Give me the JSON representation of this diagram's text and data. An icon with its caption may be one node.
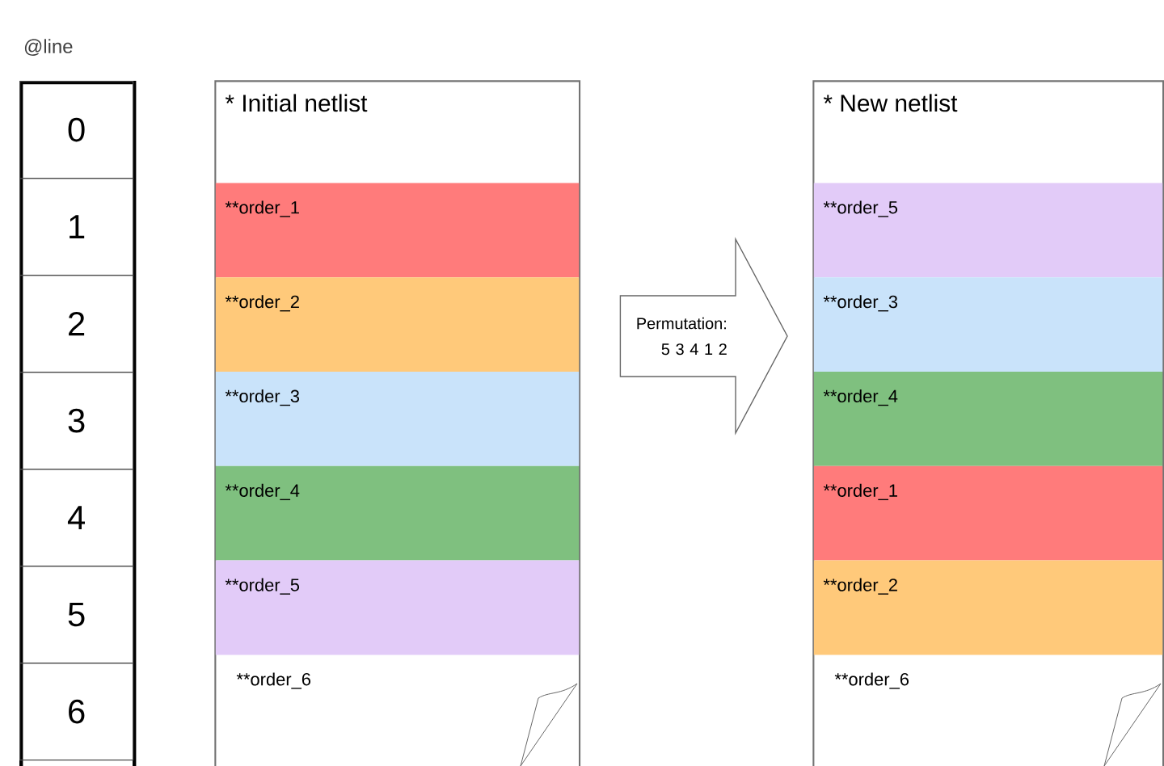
{
  "diagram": {
    "nodes": [
      {
        "text": [
          "@line"
        ]
      },
      {
        "text": [
          "0"
        ],
        "in": 0
      },
      {
        "text": [
          "1"
        ],
        "in": 0
      },
      {
        "text": [
          "2"
        ],
        "in": 0
      },
      {
        "text": [
          "3"
        ],
        "in": 0
      },
      {
        "text": [
          "4"
        ],
        "in": 0
      },
      {
        "text": [
          "5"
        ],
        "in": 0
      },
      {
        "text": [
          "6"
        ],
        "in": 0
      },
      {
        "text": [
          "* Initial netlist"
        ]
      },
      {
        "text": [
          "**order_1"
        ],
        "in": 8
      },
      {
        "text": [
          "**order_2"
        ],
        "in": 8
      },
      {
        "text": [
          "**order_3"
        ],
        "in": 8
      },
      {
        "text": [
          "**order_4"
        ],
        "in": 8
      },
      {
        "text": [
          "**order_5"
        ],
        "in": 8
      },
      {
        "text": [
          "**order_6"
        ],
        "in": 8
      },
      {
        "text": [
          "* New netlist"
        ]
      },
      {
        "text": [
          "**order_5"
        ],
        "in": 15
      },
      {
        "text": [
          "**order_3"
        ],
        "in": 15
      },
      {
        "text": [
          "**order_4"
        ],
        "in": 15
      },
      {
        "text": [
          "**order_1"
        ],
        "in": 15
      },
      {
        "text": [
          "**order_2"
        ],
        "in": 15
      },
      {
        "text": [
          "**order_6"
        ],
        "in": 15
      }
    ],
    "edges": [
      {
        "from": 8,
        "to": 15,
        "arrow": "to",
        "label": "Permutation: 5 3 4 1 2"
      }
    ]
  }
}
